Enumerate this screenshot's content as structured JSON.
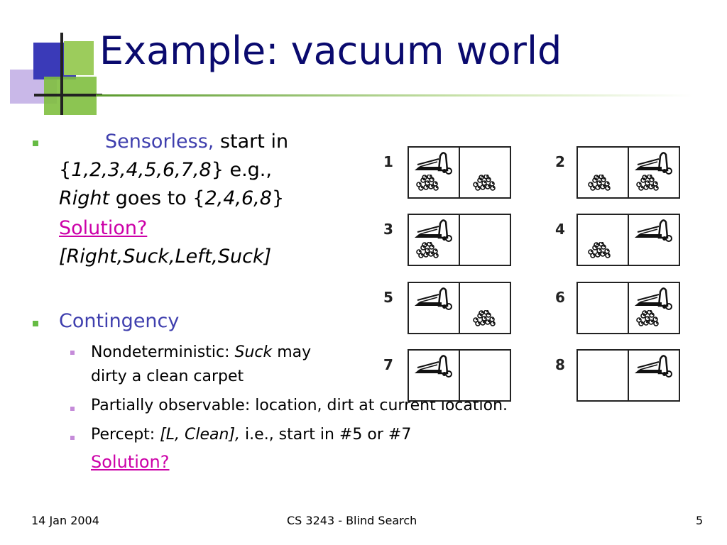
{
  "title": "Example: vacuum world",
  "bullets": {
    "b1": {
      "line1_a": "Sensorless,",
      "line1_b": " start in",
      "line2_open": "{",
      "line2_set": "1,2,3,4,5,6,7,8",
      "line2_close": "} e.g.,",
      "line3_right": "Right",
      "line3_mid": " goes to {",
      "line3_set": "2,4,6,8",
      "line3_close": "}",
      "solution": "Solution?",
      "answer": "[Right,Suck,Left,Suck]"
    },
    "b2": {
      "heading": "Contingency",
      "sub1_a": "Nondeterministic: ",
      "sub1_b": "Suck",
      "sub1_c": " may",
      "sub1_line2": "dirty a clean carpet",
      "sub2": "Partially observable: location, dirt at current location.",
      "sub3_a": "Percept: ",
      "sub3_b": "[L, Clean],",
      "sub3_c": " i.e., start in #5 or #7",
      "solution": "Solution?"
    }
  },
  "states": [
    {
      "num": "1",
      "vacuum": "left",
      "dirt_left": true,
      "dirt_right": true
    },
    {
      "num": "2",
      "vacuum": "right",
      "dirt_left": true,
      "dirt_right": true
    },
    {
      "num": "3",
      "vacuum": "left",
      "dirt_left": true,
      "dirt_right": false
    },
    {
      "num": "4",
      "vacuum": "right",
      "dirt_left": true,
      "dirt_right": false
    },
    {
      "num": "5",
      "vacuum": "left",
      "dirt_left": false,
      "dirt_right": true
    },
    {
      "num": "6",
      "vacuum": "right",
      "dirt_left": false,
      "dirt_right": true
    },
    {
      "num": "7",
      "vacuum": "left",
      "dirt_left": false,
      "dirt_right": false
    },
    {
      "num": "8",
      "vacuum": "right",
      "dirt_left": false,
      "dirt_right": false
    }
  ],
  "footer": {
    "date": "14 Jan 2004",
    "course": "CS 3243 - Blind Search",
    "page": "5"
  },
  "colors": {
    "title": "#0a0a6e",
    "accent_blue": "#3f3fae",
    "link": "#cc00a8",
    "bullet": "#66bb44",
    "sub_bullet": "#c58bd9"
  }
}
